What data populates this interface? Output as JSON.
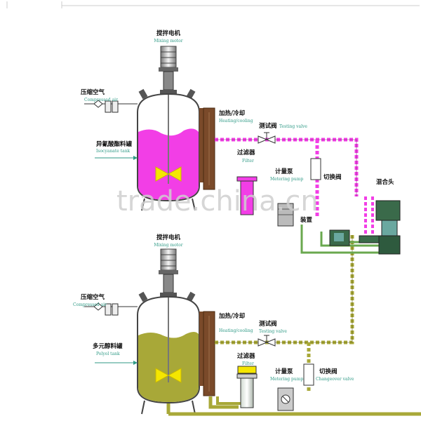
{
  "top": {
    "motor_zh": "搅拌电机",
    "motor_en": "Mixing motor",
    "air_zh": "压缩空气",
    "air_en": "Compressed air",
    "tank_zh": "异氰酸酯料罐",
    "tank_en": "Isocyanate tank",
    "heat_zh": "加热/冷却",
    "heat_en": "Heating/cooling",
    "valve_zh": "测试阀",
    "valve_en": "Testing valve",
    "filter_zh": "过滤器",
    "filter_en": "Filter",
    "pump_zh": "计量泵",
    "pump_en": "Metering pump",
    "change_zh": "切换阀",
    "mix_head_zh": "混合头",
    "device_zh": "装置"
  },
  "bottom": {
    "motor_zh": "搅拌电机",
    "motor_en": "Mixing motor",
    "air_zh": "压缩空气",
    "air_en": "Compressed air",
    "tank_zh": "多元醇料罐",
    "tank_en": "Polyol tank",
    "heat_zh": "加热/冷却",
    "heat_en": "Heating/cooling",
    "valve_zh": "测试阀",
    "valve_en": "Testing valve",
    "filter_zh": "过滤器",
    "filter_en": "Filter",
    "pump_zh": "计量泵",
    "pump_en": "Metering pump",
    "change_zh": "切换阀",
    "change_en": "Changeover valve"
  },
  "watermark": "trade.china.cn",
  "colors": {
    "isocyanate": "#f23ee6",
    "polyol": "#a8a838",
    "jacket": "#7a4a2a",
    "impeller": "#f5e600",
    "pipe_outline": "#6aa84f",
    "tank_outline": "#4a4a4a"
  }
}
